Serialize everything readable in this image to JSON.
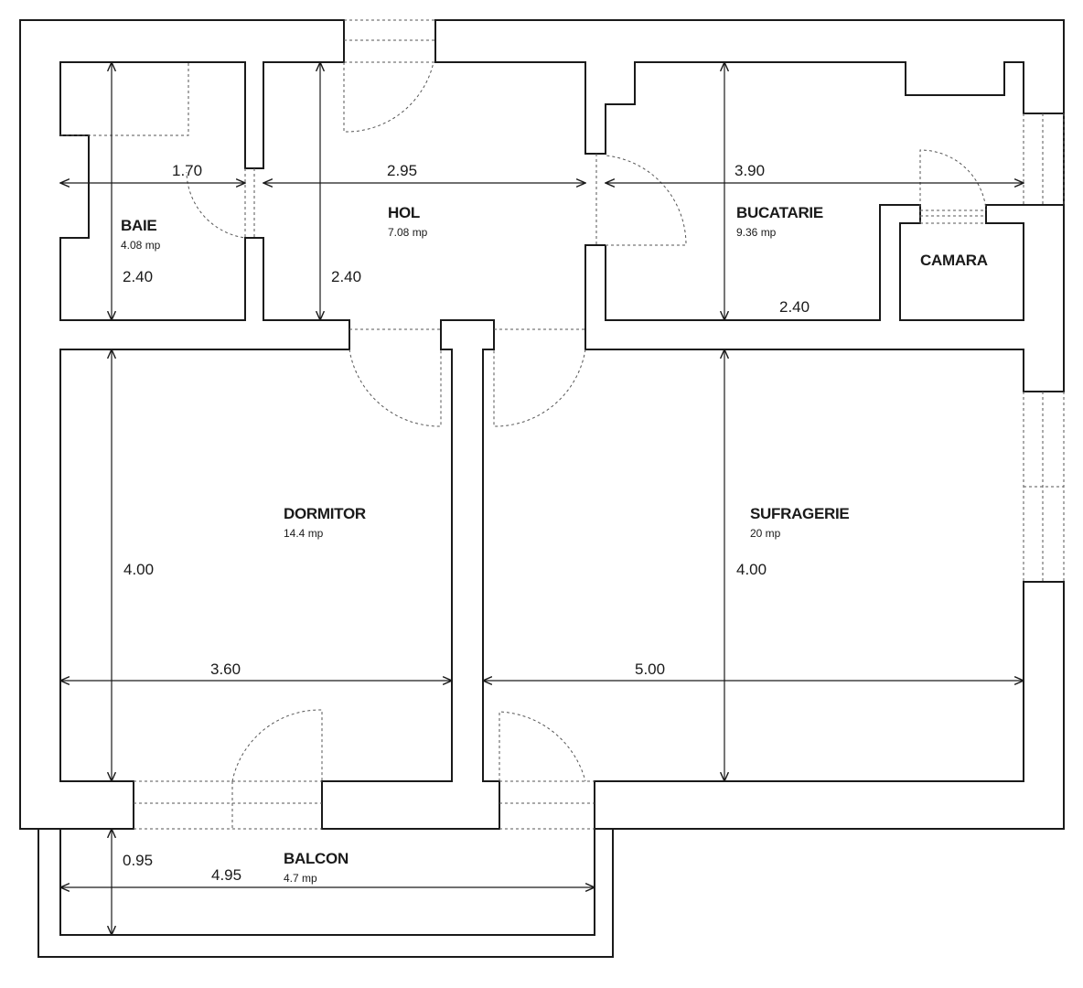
{
  "rooms": {
    "baie": {
      "name": "BAIE",
      "area": "4.08 mp"
    },
    "hol": {
      "name": "HOL",
      "area": "7.08 mp"
    },
    "bucatarie": {
      "name": "BUCATARIE",
      "area": "9.36 mp"
    },
    "camara": {
      "name": "CAMARA"
    },
    "dormitor": {
      "name": "DORMITOR",
      "area": "14.4 mp"
    },
    "sufragerie": {
      "name": "SUFRAGERIE",
      "area": "20 mp"
    },
    "balcon": {
      "name": "BALCON",
      "area": "4.7 mp"
    }
  },
  "dimensions": {
    "baie_width": "1.70",
    "baie_height": "2.40",
    "hol_width": "2.95",
    "hol_height": "2.40",
    "bucatarie_width": "3.90",
    "bucatarie_height": "2.40",
    "dormitor_width": "3.60",
    "dormitor_height": "4.00",
    "sufragerie_width": "5.00",
    "sufragerie_height": "4.00",
    "balcon_width": "4.95",
    "balcon_height": "0.95"
  }
}
